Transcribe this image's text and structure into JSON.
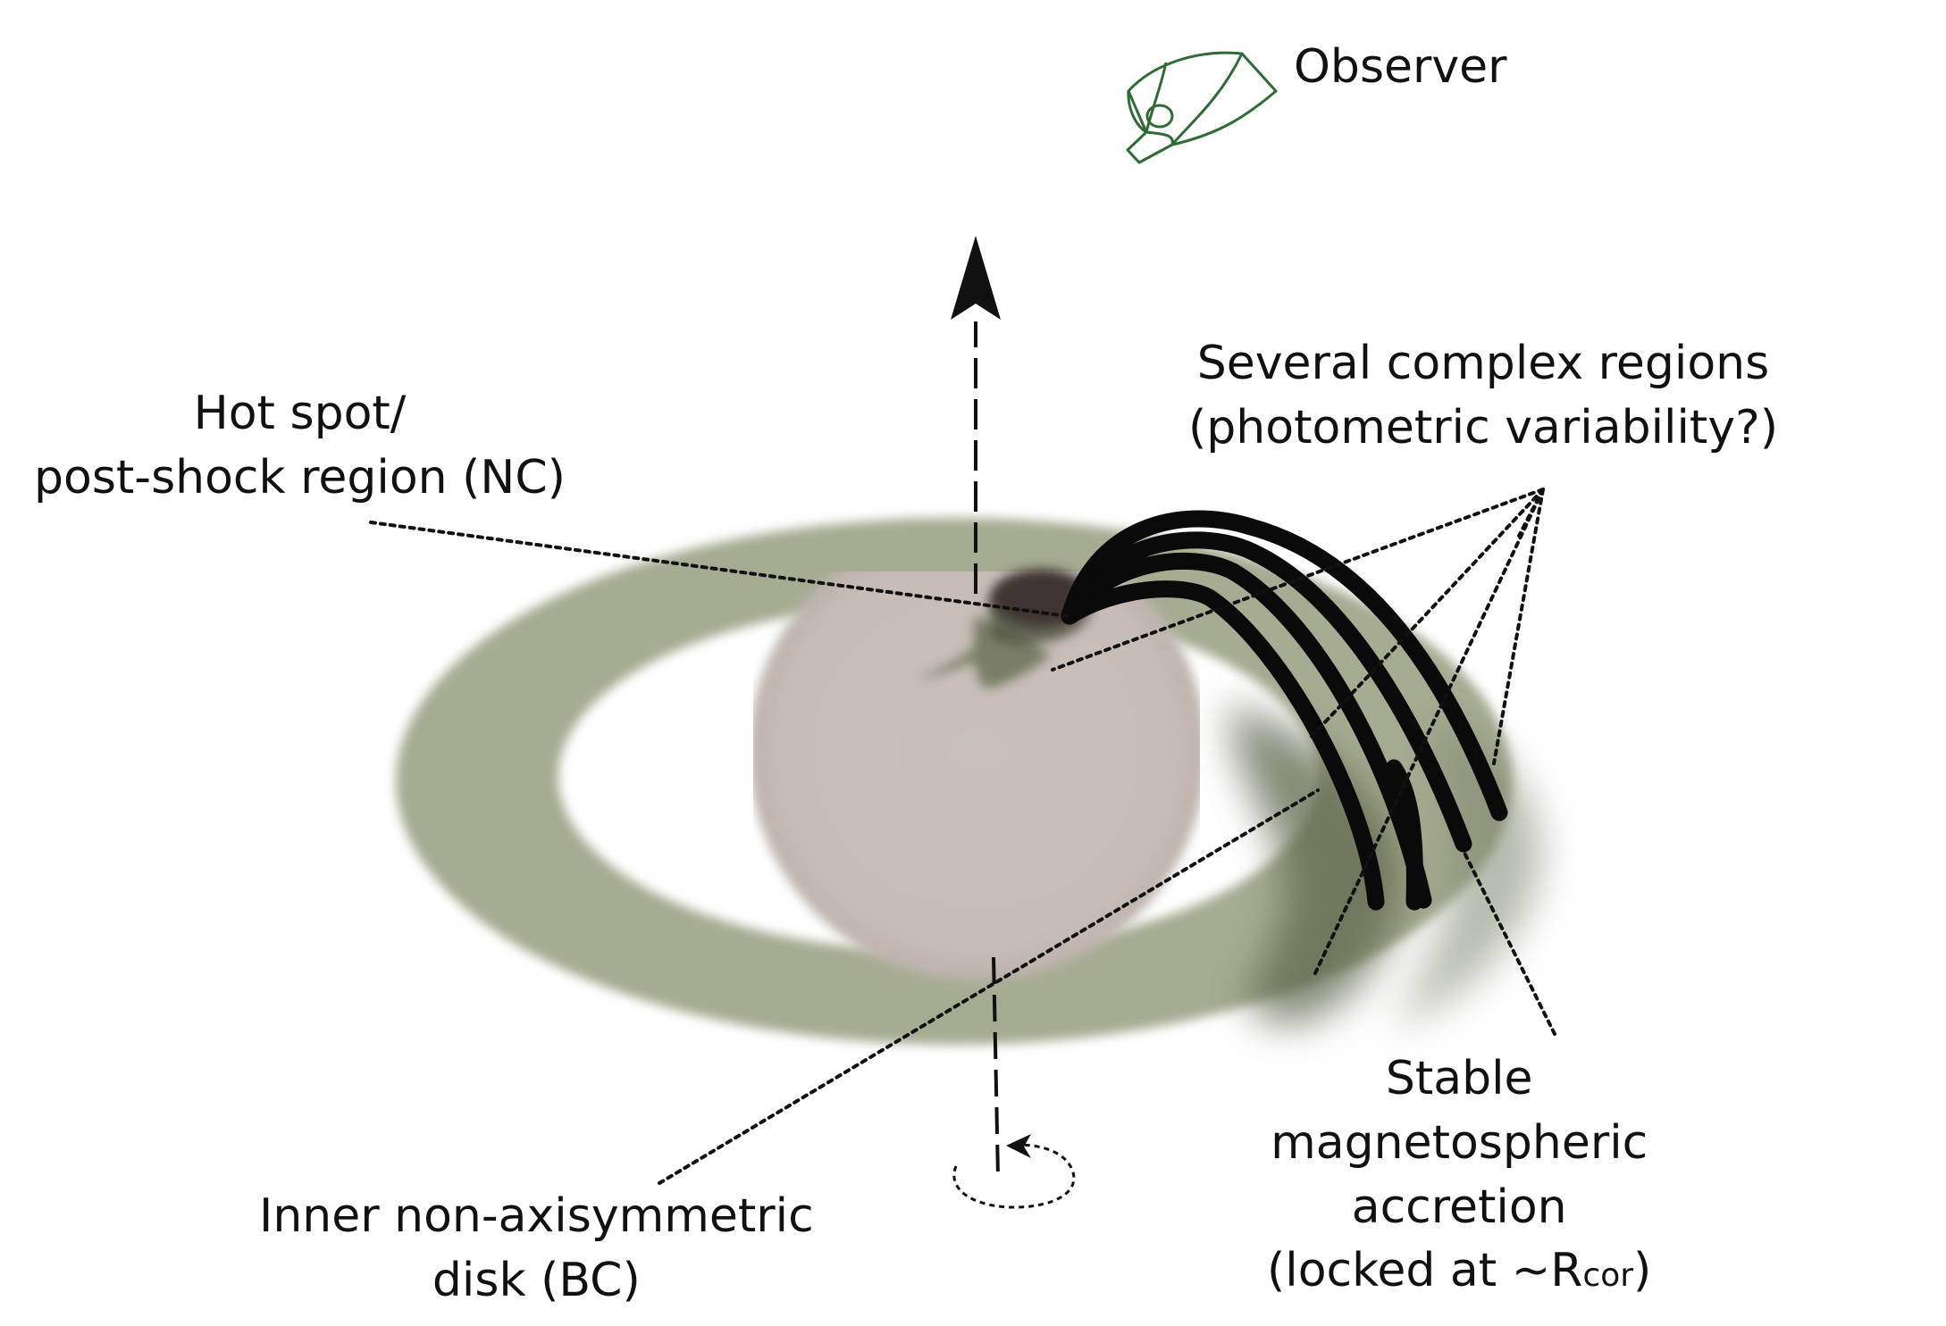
{
  "labels": {
    "observer": "Observer",
    "complex_regions": {
      "line1": "Several complex regions",
      "line2": "(photometric variability?)"
    },
    "hot_spot": {
      "line1": "Hot spot/",
      "line2": "post-shock region (NC)"
    },
    "inner_disk": {
      "line1": "Inner non-axisymmetric",
      "line2": "disk (BC)"
    },
    "stable_accretion": {
      "line1": "Stable",
      "line2": "magnetospheric",
      "line3": "accretion",
      "line4_prefix": "(locked at ~R",
      "line4_sub": "cor",
      "line4_suffix": ")"
    }
  },
  "colors": {
    "disk": "#a6ac92",
    "disk_shadow": "#6b7256",
    "star": "#c8bfb9",
    "hot_spot": "#3f3433",
    "observer_icon": "#2e6b35",
    "accretion_streams": "#0a0a0a",
    "text": "#111111"
  },
  "icons": [
    "observer-eye-icon",
    "rotation-axis-arrow",
    "rotation-direction-arrow"
  ]
}
